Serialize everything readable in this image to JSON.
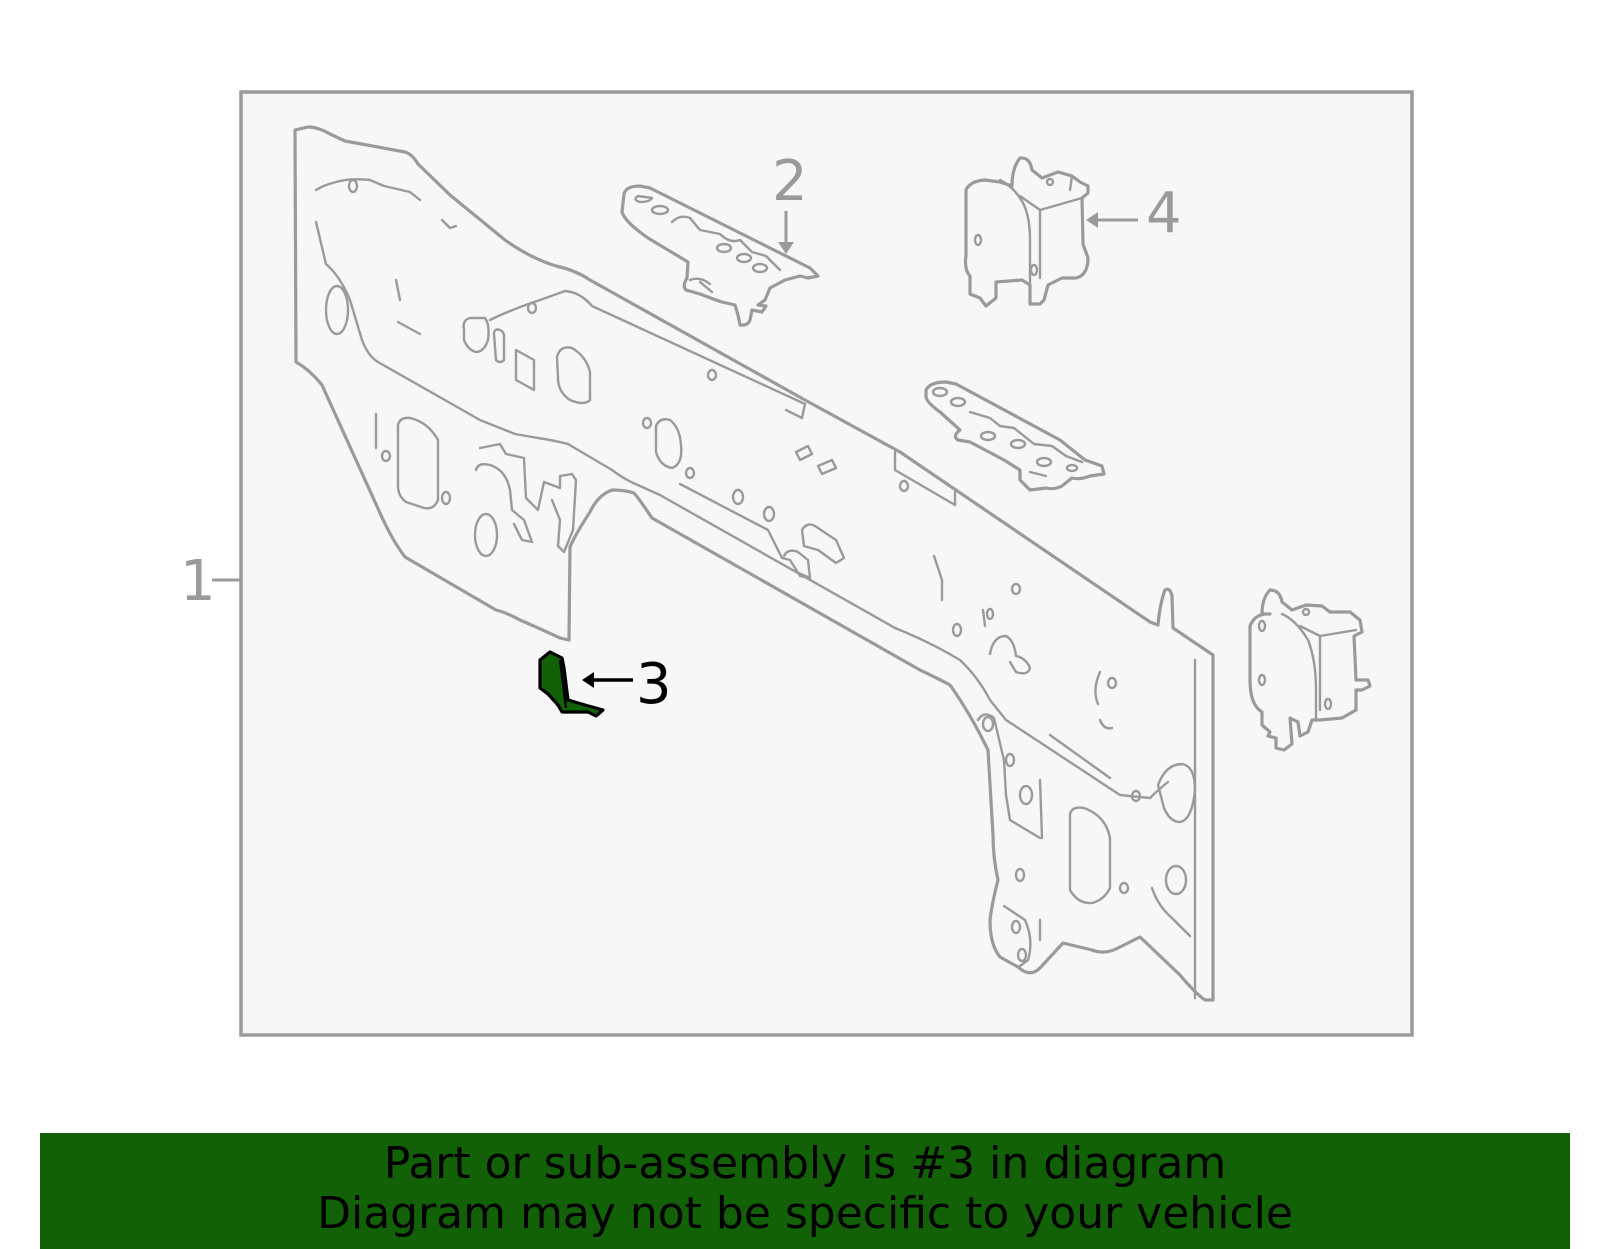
{
  "diagram": {
    "callouts": [
      {
        "id": "1",
        "label": "1",
        "highlighted": false
      },
      {
        "id": "2",
        "label": "2",
        "highlighted": false
      },
      {
        "id": "3",
        "label": "3",
        "highlighted": true
      },
      {
        "id": "4",
        "label": "4",
        "highlighted": false
      }
    ],
    "colors": {
      "outline": "#9a9a9a",
      "frame_fill": "#f7f7f7",
      "highlight_part": "#136107",
      "banner": "#136107"
    }
  },
  "banner": {
    "line1": "Part or sub-assembly is #3 in diagram",
    "line2": "Diagram may not be specific to your vehicle"
  }
}
